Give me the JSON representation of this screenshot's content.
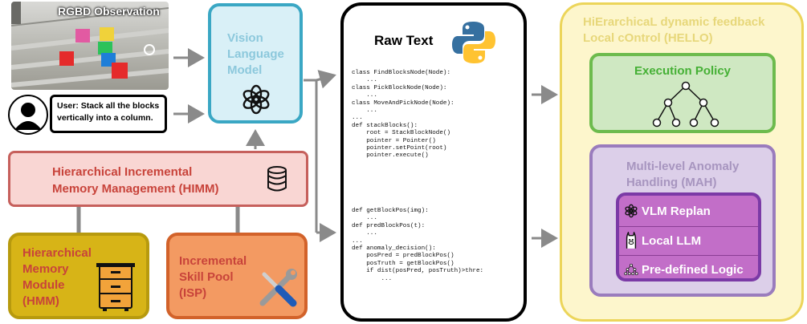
{
  "observation": {
    "title": "RGBD Observation"
  },
  "user": {
    "prefix": "User:",
    "text": "Stack all the blocks vertically into a column."
  },
  "vlm": {
    "label": "Vision Language Model",
    "line1": "Vision",
    "line2": "Language",
    "line3": "Model"
  },
  "himm": {
    "line1": "Hierarchical Incremental",
    "line2": "Memory Management (HIMM)"
  },
  "hmm": {
    "line1": "Hierarchical",
    "line2": "Memory",
    "line3": "Module",
    "line4": "(HMM)"
  },
  "isp": {
    "line1": "Incremental",
    "line2": "Skill Pool",
    "line3": "(ISP)"
  },
  "raw_text": {
    "title": "Raw Text",
    "code_top": "class FindBlocksNode(Node):\n    ...\nclass PickBlockNode(Node):\n    ...\nclass MoveAndPickNode(Node):\n    ...\n...\ndef stackBlocks():\n    root = StackBlockNode()\n    pointer = Pointer()\n    pointer.setPoint(root)\n    pointer.execute()",
    "code_bottom": "def getBlockPos(img):\n    ...\ndef predBlockPos(t):\n    ...\n...\ndef anomaly_decision():\n    posPred = predBlockPos()\n    posTruth = getBlockPos()\n    if dist(posPred, posTruth)>thre:\n        ..."
  },
  "hello": {
    "line1": "HiErarchicaL dynamic feedback",
    "line2": "Local cOntrol (HELLO)"
  },
  "execution_policy": {
    "title": "Execution Policy"
  },
  "mah": {
    "line1": "Multi-level Anomaly",
    "line2": "Handling (MAH)",
    "options": [
      {
        "label": "VLM Replan",
        "icon": "openai-icon"
      },
      {
        "label": "Local LLM",
        "icon": "llama-icon"
      },
      {
        "label": "Pre-defined Logic",
        "icon": "tree-icon"
      }
    ]
  },
  "colors": {
    "vlm_border": "#3aa7c4",
    "himm_border": "#c6605c",
    "hmm_fill": "#d7b417",
    "isp_fill": "#f39a62",
    "hello_border": "#ecd55a",
    "exec_border": "#6dbb4d",
    "mah_border": "#9a7cbd",
    "mah_inner": "#c26ec8"
  }
}
